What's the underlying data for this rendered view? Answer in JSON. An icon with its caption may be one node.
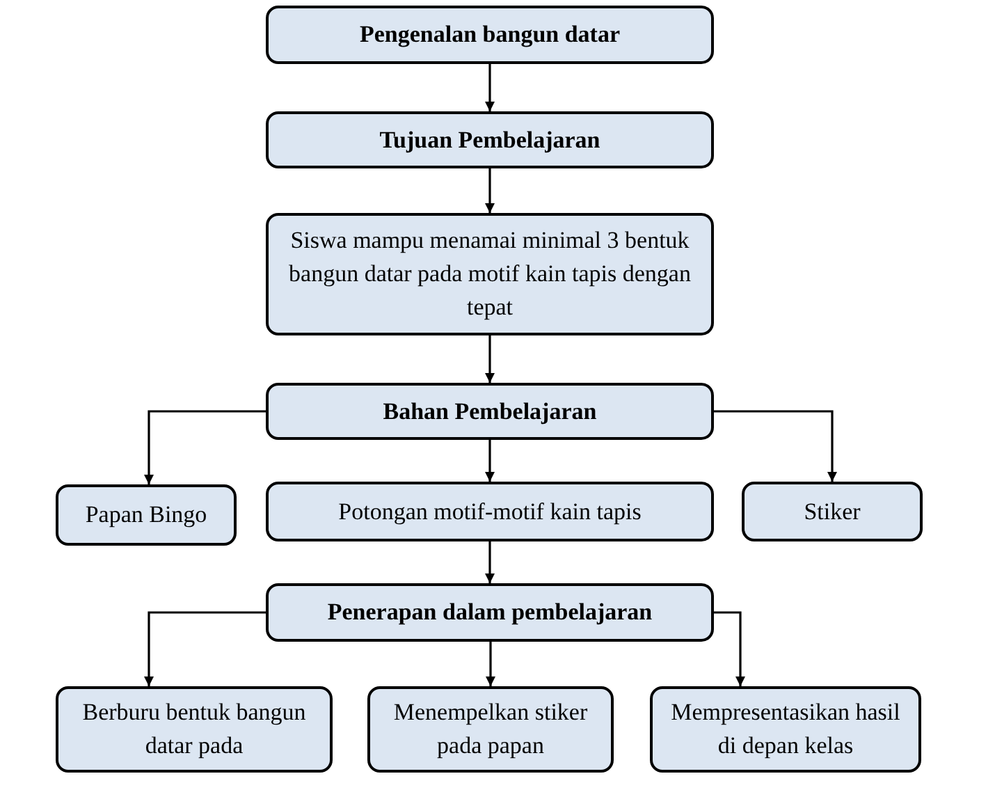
{
  "diagram": {
    "nodes": [
      {
        "text": [
          "Pengenalan bangun datar"
        ]
      },
      {
        "text": [
          "Tujuan Pembelajaran"
        ]
      },
      {
        "text": [
          "Siswa mampu menamai minimal 3 bentuk bangun datar pada motif kain tapis dengan tepat"
        ]
      },
      {
        "text": [
          "Bahan Pembelajaran"
        ]
      },
      {
        "text": [
          "Papan Bingo"
        ]
      },
      {
        "text": [
          "Potongan motif-motif kain tapis"
        ]
      },
      {
        "text": [
          "Stiker"
        ]
      },
      {
        "text": [
          "Penerapan dalam pembelajaran"
        ]
      },
      {
        "text": [
          "Berburu bentuk bangun datar pada"
        ]
      },
      {
        "text": [
          "Menempelkan stiker pada papan"
        ]
      },
      {
        "text": [
          "Mempresentasikan hasil di depan kelas"
        ]
      }
    ],
    "edges": [
      {
        "from": 0,
        "to": 1,
        "arrow": "to"
      },
      {
        "from": 1,
        "to": 2,
        "arrow": "to"
      },
      {
        "from": 2,
        "to": 3,
        "arrow": "to"
      },
      {
        "from": 3,
        "to": 4,
        "arrow": "to"
      },
      {
        "from": 3,
        "to": 5,
        "arrow": "to"
      },
      {
        "from": 3,
        "to": 6,
        "arrow": "to"
      },
      {
        "from": 5,
        "to": 7,
        "arrow": "to"
      },
      {
        "from": 7,
        "to": 8,
        "arrow": "to"
      },
      {
        "from": 7,
        "to": 9,
        "arrow": "to"
      },
      {
        "from": 7,
        "to": 10,
        "arrow": "to"
      }
    ]
  }
}
